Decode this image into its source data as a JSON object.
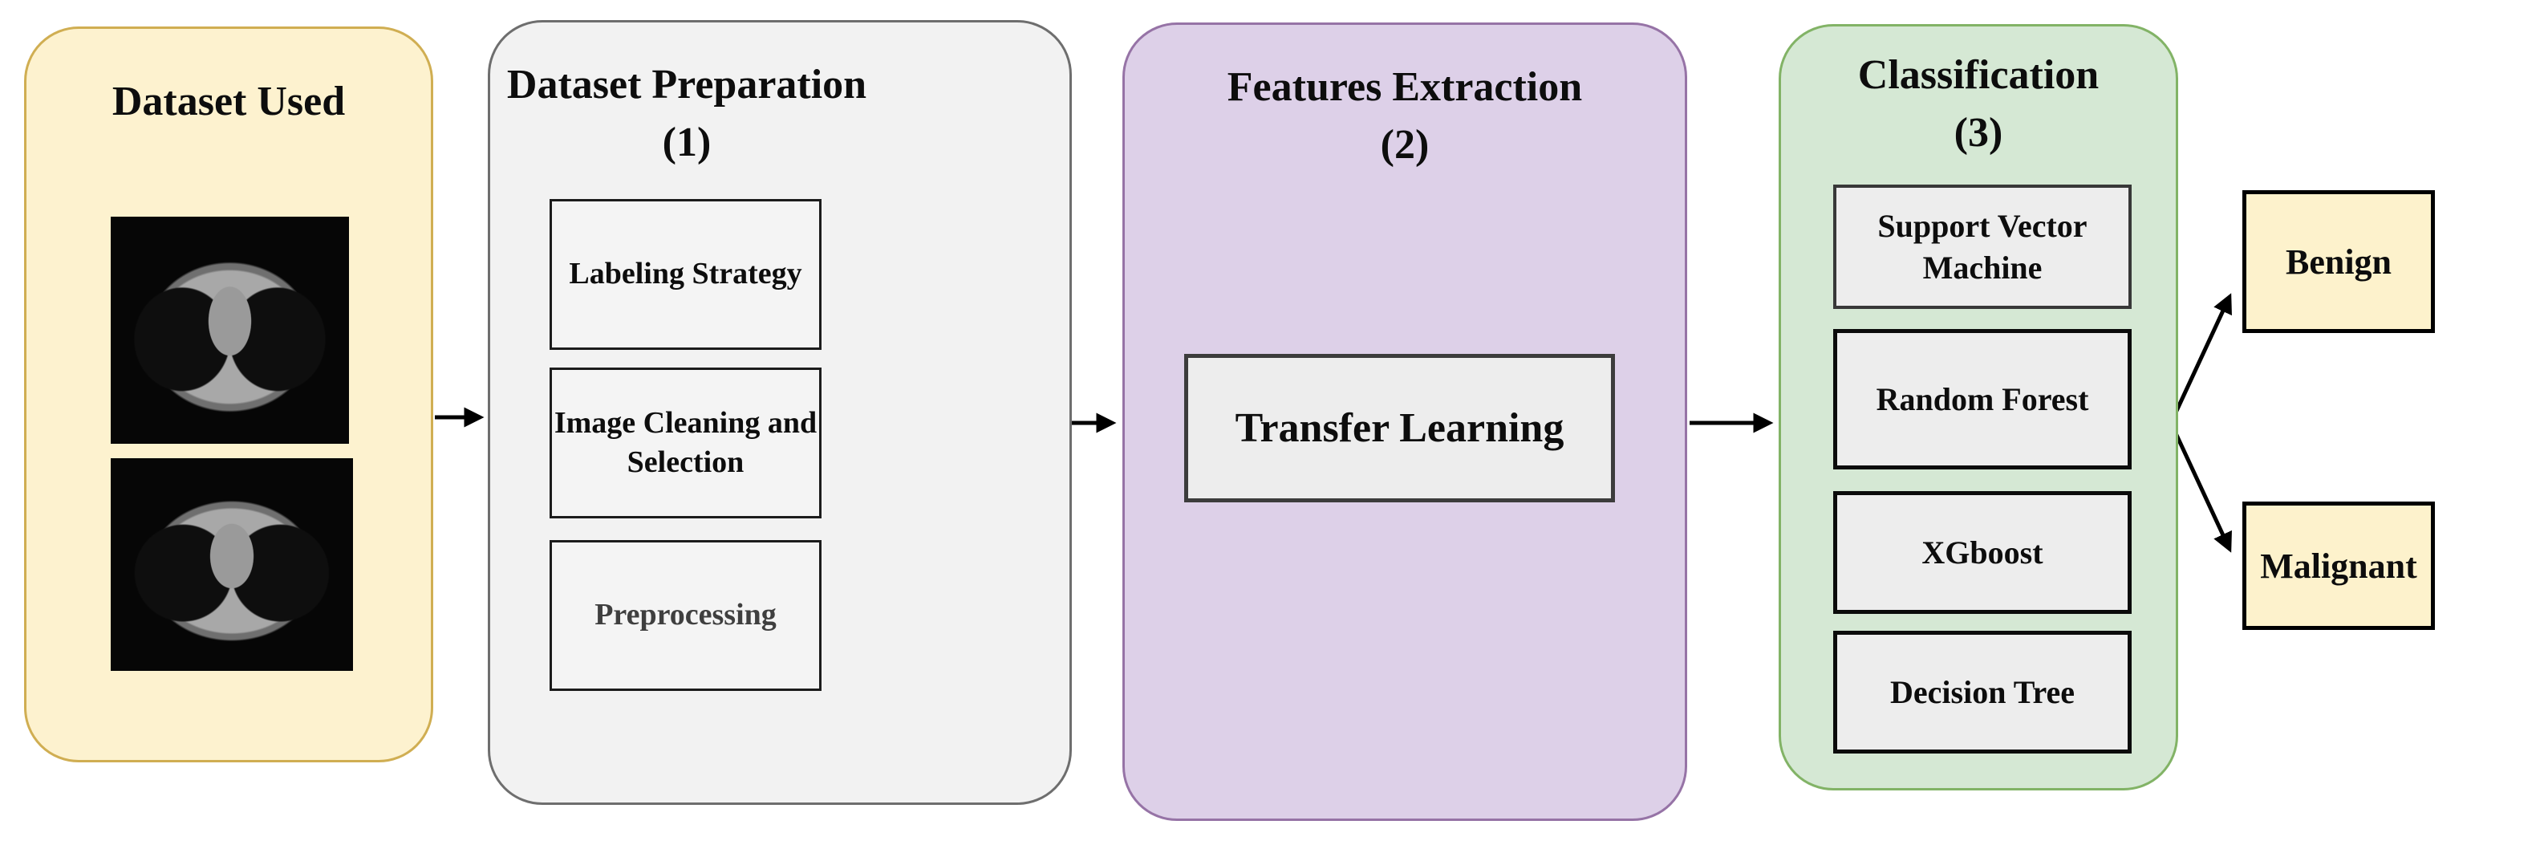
{
  "diagram": {
    "panels": [
      {
        "title": "Dataset Used",
        "number": "",
        "images": [
          "ct-scan-axial-slice-1",
          "ct-scan-axial-slice-2"
        ]
      },
      {
        "title": "Dataset Preparation",
        "number": "(1)",
        "boxes": [
          "Labeling Strategy",
          "Image Cleaning and Selection",
          "Preprocessing"
        ]
      },
      {
        "title": "Features Extraction",
        "number": "(2)",
        "boxes": [
          "Transfer Learning"
        ]
      },
      {
        "title": "Classification",
        "number": "(3)",
        "boxes": [
          "Support Vector Machine",
          "Random Forest",
          "XGboost",
          "Decision Tree"
        ]
      }
    ],
    "outputs": [
      {
        "label": "Benign"
      },
      {
        "label": "Malignant"
      }
    ],
    "arrows": [
      {
        "from": "Dataset Used",
        "to": "Dataset Preparation"
      },
      {
        "from": "Dataset Preparation",
        "to": "Features Extraction"
      },
      {
        "from": "Features Extraction",
        "to": "Classification"
      },
      {
        "from": "Classification",
        "to": "Benign"
      },
      {
        "from": "Classification",
        "to": "Malignant"
      }
    ],
    "colors": {
      "dataset_panel_bg": "#fdf2cf",
      "dataset_panel_border": "#d0ae52",
      "preparation_panel_bg": "#f2f2f2",
      "preparation_panel_border": "#6e6e6e",
      "features_panel_bg": "#ddd0e8",
      "features_panel_border": "#9673a6",
      "classification_panel_bg": "#d5e8d4",
      "classification_panel_border": "#82b366",
      "output_box_bg": "#fdf2cc",
      "arrow_color": "#000000",
      "preprocessing_text": "#3f3f3f"
    }
  }
}
